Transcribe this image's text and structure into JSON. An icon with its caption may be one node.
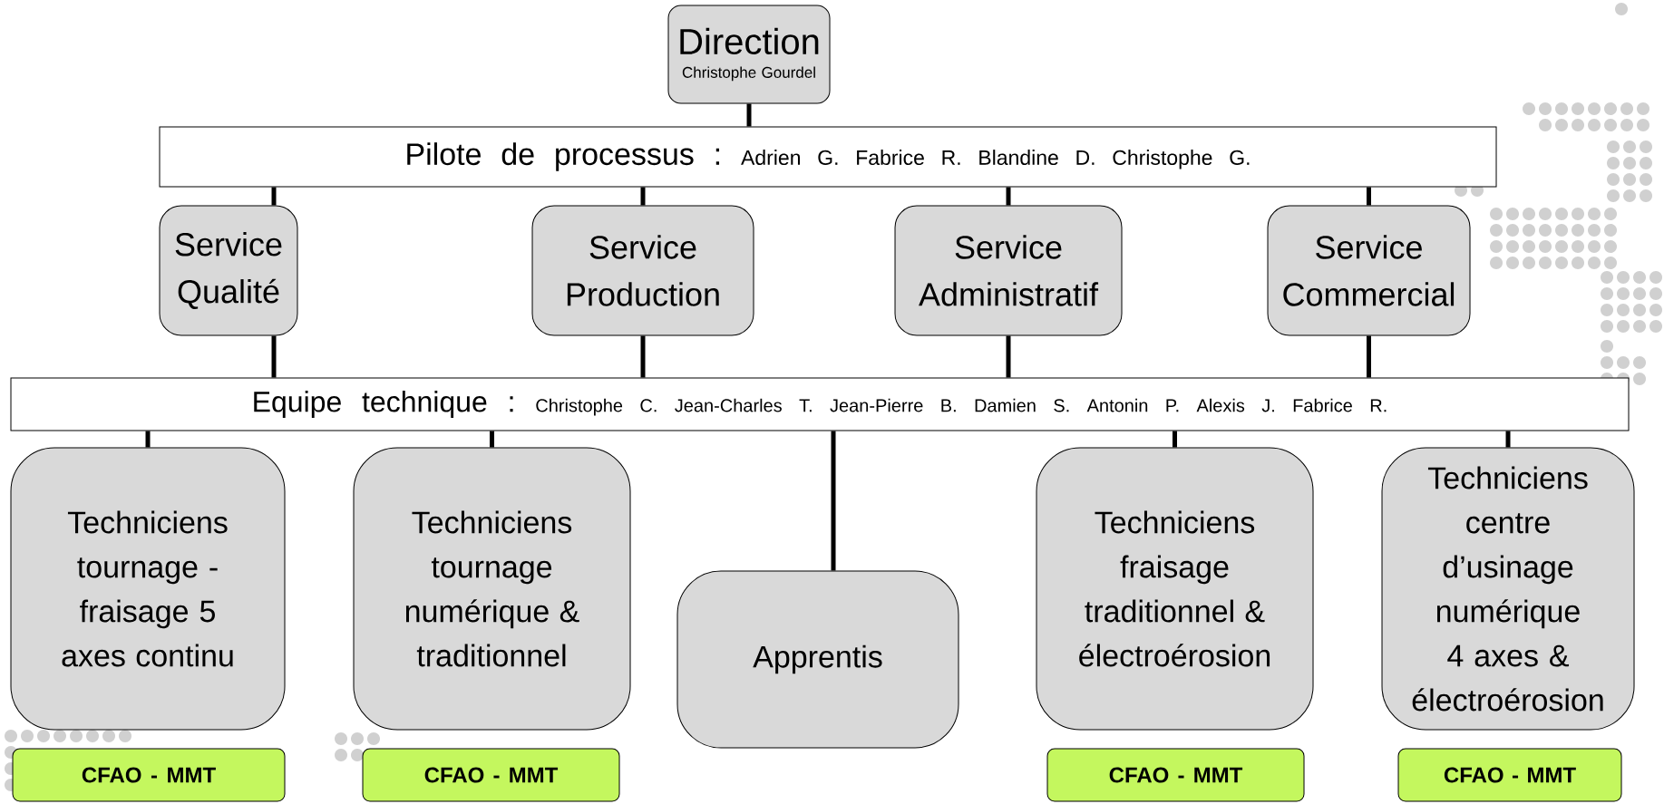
{
  "diagram": {
    "nodes": [
      {
        "text": [
          "Direction",
          "Christophe Gourdel"
        ]
      },
      {
        "text": [
          "Pilote de processus :",
          "Adrien G. Fabrice R. Blandine D. Christophe G."
        ]
      },
      {
        "text": [
          "Service Qualité"
        ]
      },
      {
        "text": [
          "Service Production"
        ]
      },
      {
        "text": [
          "Service Administratif"
        ]
      },
      {
        "text": [
          "Service Commercial"
        ]
      },
      {
        "text": [
          "Equipe technique :",
          "Christophe C. Jean-Charles T. Jean-Pierre B. Damien S. Antonin P. Alexis J. Fabrice R."
        ]
      },
      {
        "text": [
          "Techniciens tournage - fraisage 5 axes continu"
        ]
      },
      {
        "text": [
          "Techniciens tournage numérique & traditionnel"
        ]
      },
      {
        "text": [
          "Apprentis"
        ]
      },
      {
        "text": [
          "Techniciens fraisage traditionnel & électroérosion"
        ]
      },
      {
        "text": [
          "Techniciens centre d’usinage numérique 4 axes & électroérosion"
        ]
      },
      {
        "text": [
          "CFAO - MMT"
        ]
      },
      {
        "text": [
          "CFAO - MMT"
        ]
      },
      {
        "text": [
          "CFAO - MMT"
        ]
      },
      {
        "text": [
          "CFAO - MMT"
        ]
      }
    ],
    "edges": [
      {
        "from": 0,
        "to": 1,
        "arrow": "none"
      },
      {
        "from": 1,
        "to": 2,
        "arrow": "none"
      },
      {
        "from": 1,
        "to": 3,
        "arrow": "none"
      },
      {
        "from": 1,
        "to": 4,
        "arrow": "none"
      },
      {
        "from": 1,
        "to": 5,
        "arrow": "none"
      },
      {
        "from": 2,
        "to": 6,
        "arrow": "none"
      },
      {
        "from": 3,
        "to": 6,
        "arrow": "none"
      },
      {
        "from": 4,
        "to": 6,
        "arrow": "none"
      },
      {
        "from": 5,
        "to": 6,
        "arrow": "none"
      },
      {
        "from": 6,
        "to": 7,
        "arrow": "none"
      },
      {
        "from": 6,
        "to": 8,
        "arrow": "none"
      },
      {
        "from": 6,
        "to": 9,
        "arrow": "none"
      },
      {
        "from": 6,
        "to": 10,
        "arrow": "none"
      },
      {
        "from": 6,
        "to": 11,
        "arrow": "none"
      }
    ]
  }
}
